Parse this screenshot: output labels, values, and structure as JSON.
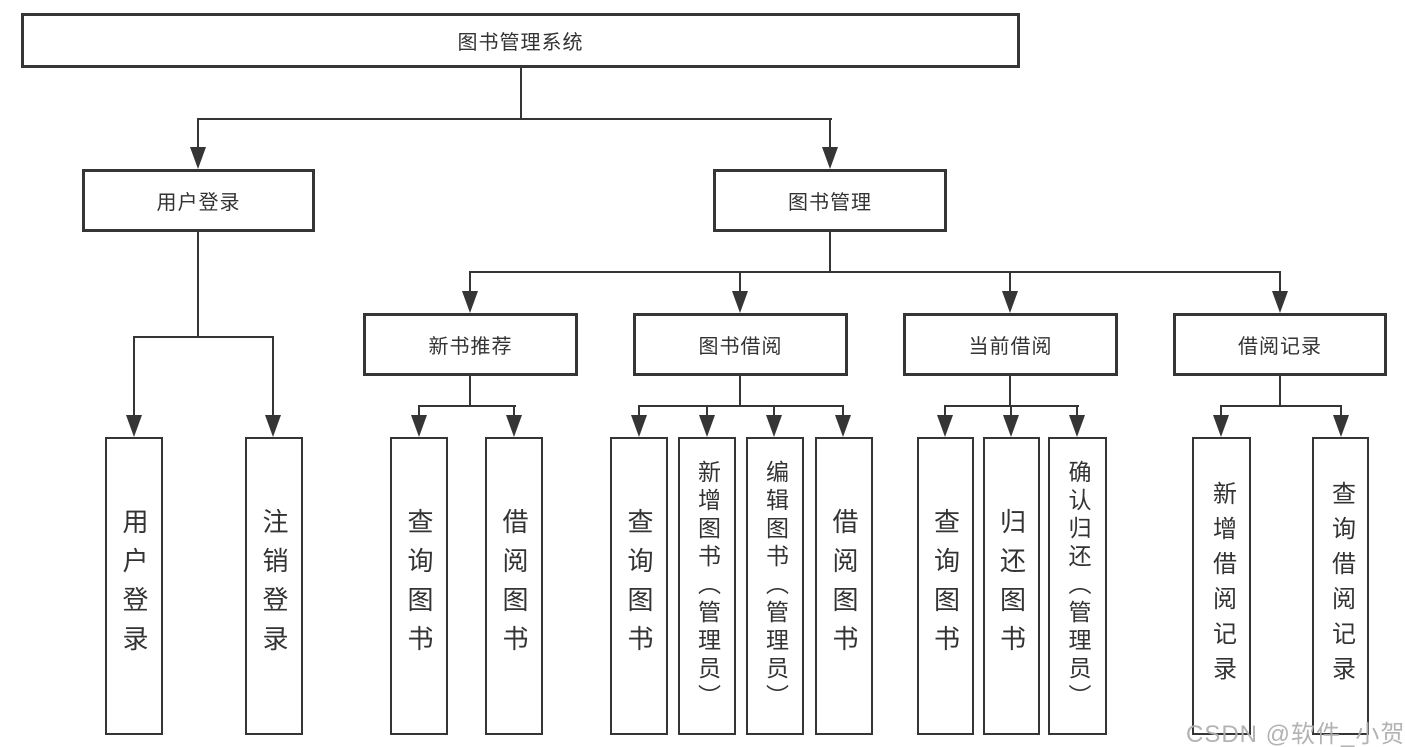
{
  "tree": {
    "root": "图书管理系统",
    "login": {
      "label": "用户登录",
      "children": [
        "用户登录",
        "注销登录"
      ]
    },
    "management": {
      "label": "图书管理",
      "sections": [
        {
          "label": "新书推荐",
          "children": [
            "查询图书",
            "借阅图书"
          ]
        },
        {
          "label": "图书借阅",
          "children": [
            "查询图书",
            "新增图书（管理员）",
            "编辑图书（管理员）",
            "借阅图书"
          ]
        },
        {
          "label": "当前借阅",
          "children": [
            "查询图书",
            "归还图书",
            "确认归还（管理员）"
          ]
        },
        {
          "label": "借阅记录",
          "children": [
            "新增借阅记录",
            "查询借阅记录"
          ]
        }
      ]
    }
  },
  "watermark": "CSDN @软件_小贺同学",
  "colors": {
    "line": "#353535",
    "text": "#333333",
    "background": "#ffffff",
    "watermark": "#afafaf"
  }
}
